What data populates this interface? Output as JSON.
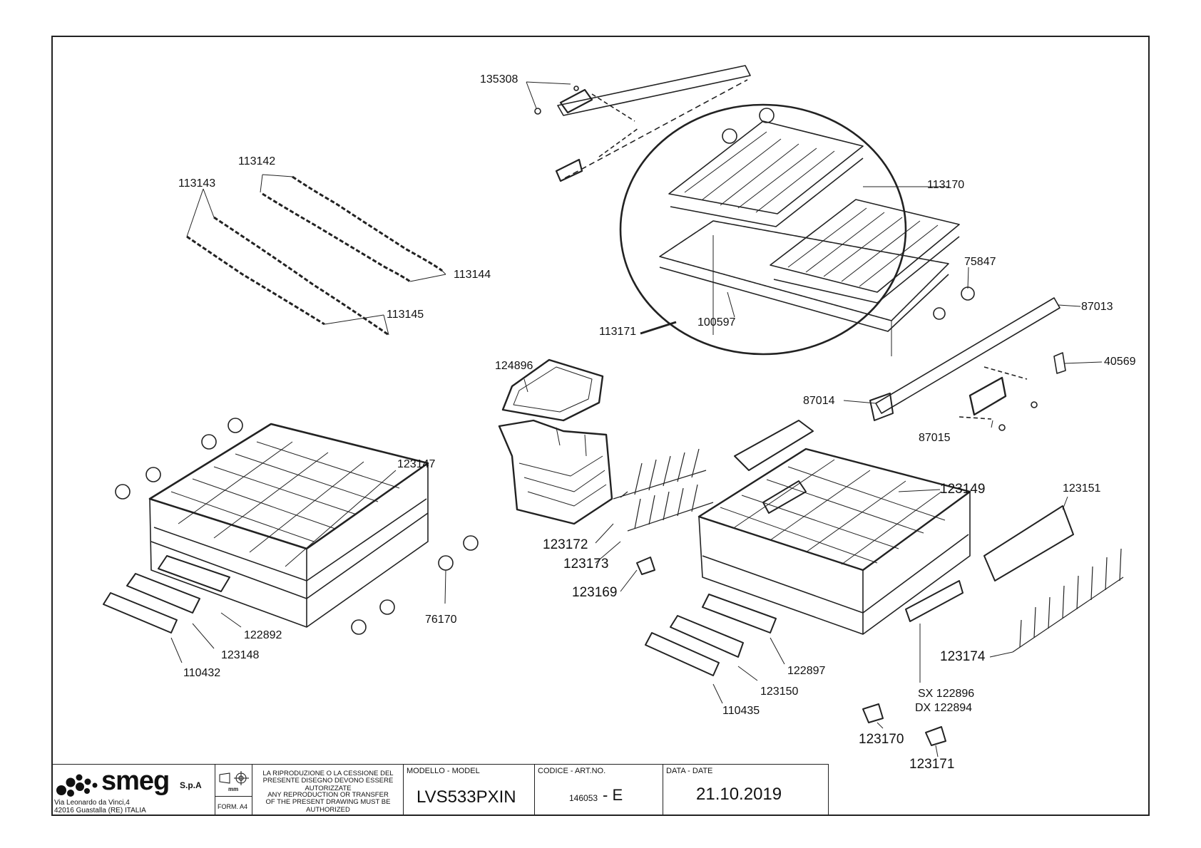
{
  "parts": {
    "p135308": "135308",
    "p113142": "113142",
    "p113143": "113143",
    "p113170a": "113170",
    "p113144": "113144",
    "p75847": "75847",
    "p113145": "113145",
    "p87013": "87013",
    "p100597": "100597",
    "p113171a": "113171",
    "p40569": "40569",
    "p124896": "124896",
    "p87014": "87014",
    "p87015": "87015",
    "p123147": "123147",
    "p123149": "123149",
    "p123151": "123151",
    "p123172": "123172",
    "p123173": "123173",
    "p123169": "123169",
    "p76170": "76170",
    "p122892": "122892",
    "p123148": "123148",
    "p110432": "110432",
    "p122897": "122897",
    "p123174": "123174",
    "p123150": "123150",
    "p110435": "110435",
    "sx": "SX 122896",
    "dx": "DX 122894",
    "p123170b": "123170",
    "p123171b": "123171"
  },
  "titleblock": {
    "brand": "smeg",
    "company": "S.p.A",
    "address1": "Via Leonardo da Vinci,4",
    "address2": "42016  Guastalla (RE) ITALIA",
    "mm": "mm",
    "format": "FORM. A4",
    "notice_it": "LA RIPRODUZIONE O LA CESSIONE DEL PRESENTE DISEGNO DEVONO ESSERE AUTORIZZATE",
    "notice_en": "ANY REPRODUCTION OR TRANSFER OF THE PRESENT DRAWING MUST BE AUTHORIZED",
    "model_header": "MODELLO - MODEL",
    "model": "LVS533PXIN",
    "code_header": "CODICE - ART.NO.",
    "code": "146053",
    "code_rev": "- E",
    "date_header": "DATA - DATE",
    "date": "21.10.2019"
  }
}
